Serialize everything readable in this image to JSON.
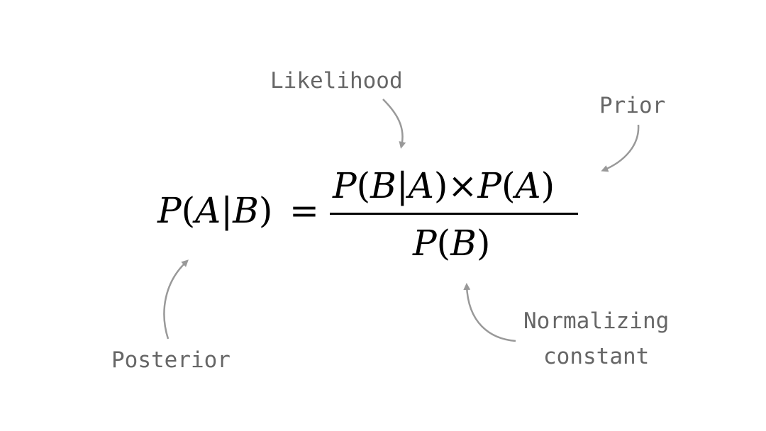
{
  "labels": {
    "likelihood": "Likelihood",
    "prior": "Prior",
    "posterior": "Posterior",
    "normalizing_line1": "Normalizing",
    "normalizing_line2": "constant"
  },
  "formula": {
    "lhs_p": "P",
    "lhs_open": "(",
    "lhs_a": "A",
    "lhs_bar": "|",
    "lhs_b": "B",
    "lhs_close": ")",
    "equals": "=",
    "num_p1": "P",
    "num_open1": "(",
    "num_b": "B",
    "num_bar": "|",
    "num_a1": "A",
    "num_close1": ")",
    "times": "×",
    "num_p2": "P",
    "num_open2": "(",
    "num_a2": "A",
    "num_close2": ")",
    "den_p": "P",
    "den_open": "(",
    "den_b": "B",
    "den_close": ")"
  },
  "colors": {
    "label_text": "#666666",
    "arrow": "#999999",
    "formula": "#000000",
    "background": "#ffffff"
  }
}
